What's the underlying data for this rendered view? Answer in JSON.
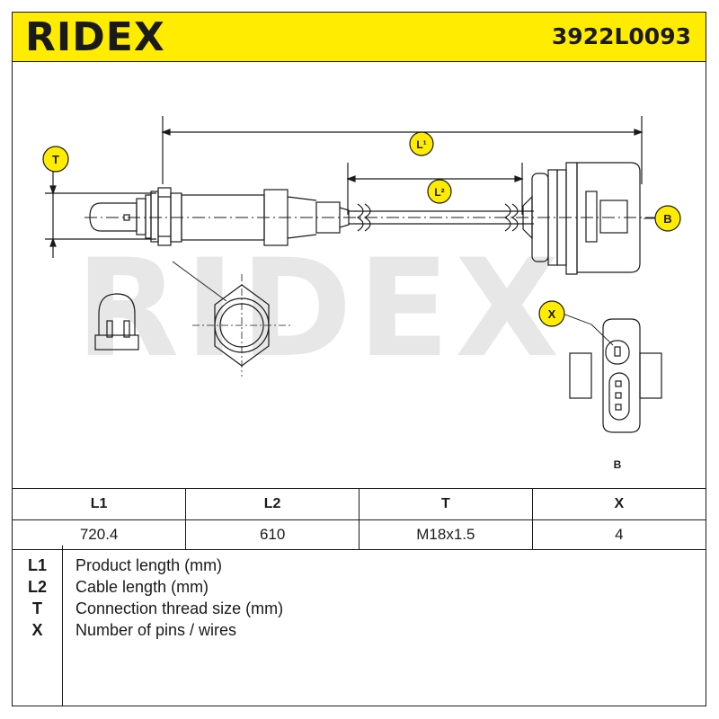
{
  "header": {
    "brand": "RIDEX",
    "part_number": "3922L0093"
  },
  "drawing": {
    "watermark": "RIDEX",
    "labels": {
      "T": "T",
      "L1": "L¹",
      "L2": "L²",
      "B": "B",
      "X": "X",
      "connector_caption": "B"
    }
  },
  "table": {
    "headers": [
      "L1",
      "L2",
      "T",
      "X"
    ],
    "values": [
      "720.4",
      "610",
      "M18x1.5",
      "4"
    ]
  },
  "legend": [
    {
      "key": "L1",
      "text": "Product length (mm)"
    },
    {
      "key": "L2",
      "text": "Cable length (mm)"
    },
    {
      "key": "T",
      "text": "Connection thread size (mm)"
    },
    {
      "key": "X",
      "text": "Number of pins / wires"
    }
  ],
  "colors": {
    "accent_yellow": "#ffec00",
    "ink": "#1a1a1a",
    "watermark": "#e7e7e7"
  }
}
